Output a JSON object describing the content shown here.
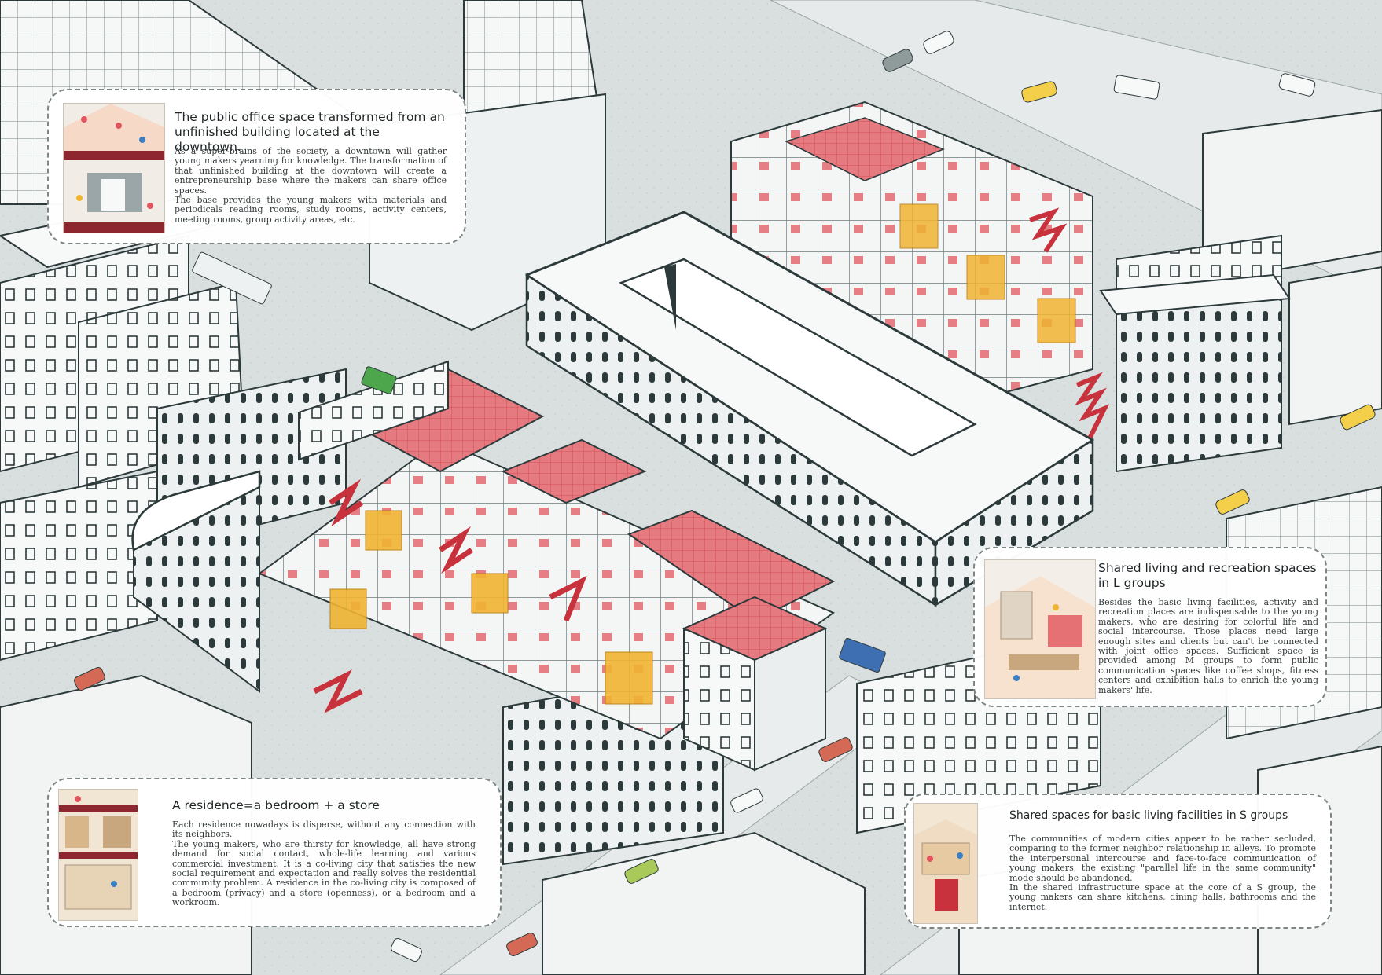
{
  "colors": {
    "ground": "#d9dfdf",
    "road": "#e6eaea",
    "building_face": "#f7f8f8",
    "building_side": "#eaeeee",
    "outline": "#2d3a3b",
    "accent_red": "#e0555e",
    "accent_pink": "#f0a3a8",
    "accent_yellow": "#f0b431",
    "callout_border": "#7d8585"
  },
  "callouts": [
    {
      "id": "office",
      "title": "The public office space transformed from an unfinished building located at the downtown.",
      "paragraphs": [
        "As a super-brains of the society, a downtown will gather young makers yearning for knowledge. The transformation of that unfinished building at the downtown will create a entrepreneurship base where the makers can share office spaces.",
        "The base provides the young makers with materials and periodicals reading rooms, study rooms, activity centers, meeting rooms, group activity areas, etc."
      ]
    },
    {
      "id": "living",
      "title": "Shared living and recreation spaces in L groups",
      "paragraphs": [
        "Besides the basic living facilities, activity and recreation places are indispensable to the young makers, who are desiring for colorful life and social intercourse. Those places need large enough sites and clients but can't be connected with joint office spaces. Sufficient space is provided among M groups to form public communication spaces like coffee shops, fitness centers and exhibition halls to enrich the young makers' life."
      ]
    },
    {
      "id": "residence",
      "title": "A residence=a bedroom + a store",
      "paragraphs": [
        "Each residence nowadays is disperse, without any connection with its neighbors.",
        "The young makers, who are thirsty for knowledge, all have strong demand for social contact, whole-life learning and various commercial investment. It is a co-living city that satisfies the new social requirement and expectation and really solves the residential community problem. A residence in the co-living city is composed of a bedroom (privacy) and a store (openness), or a bedroom and a workroom."
      ]
    },
    {
      "id": "basic",
      "title": "Shared spaces for basic living facilities in S groups",
      "paragraphs": [
        "The communities of modern cities appear to be rather secluded, comparing to the former neighbor relationship in alleys. To promote the interpersonal intercourse and face-to-face communication of young makers, the existing \"parallel life in the same community\" mode should be abandoned.",
        "In the shared infrastructure space at the core of a S group, the young makers can share kitchens, dining halls, bathrooms and the internet."
      ]
    }
  ]
}
